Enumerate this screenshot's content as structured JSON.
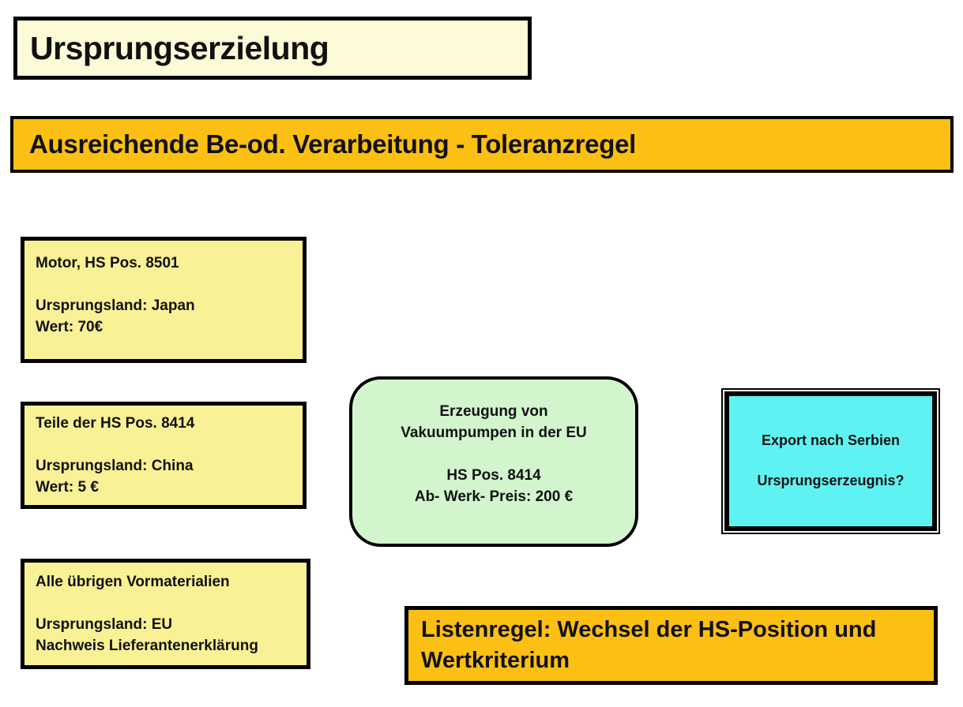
{
  "header": {
    "title": "Ursprungserzielung",
    "topic": "Ausreichende Be-od. Verarbeitung - Toleranzregel"
  },
  "materials": [
    {
      "name": "motor",
      "lines": [
        "Motor, HS Pos. 8501",
        "",
        "Ursprungsland: Japan",
        "Wert: 70€"
      ]
    },
    {
      "name": "teile",
      "lines": [
        "Teile der HS Pos. 8414",
        "",
        "Ursprungsland: China",
        "Wert: 5 €"
      ]
    },
    {
      "name": "uebrige-vormaterialien",
      "lines": [
        "Alle übrigen Vormaterialien",
        "",
        "Ursprungsland: EU",
        "Nachweis Lieferantenerklärung"
      ]
    }
  ],
  "process": {
    "lines": [
      "Erzeugung von",
      "Vakuumpumpen in der EU",
      "",
      "HS Pos. 8414",
      "Ab- Werk- Preis: 200 €"
    ]
  },
  "export_box": {
    "lines": [
      "Export nach Serbien",
      "",
      "Ursprungserzeugnis?"
    ]
  },
  "rule": {
    "lines": [
      "Listenregel: Wechsel der HS-Position und",
      "Wertkriterium"
    ]
  },
  "colors": {
    "title_fill": "#FCFAD7",
    "banner_fill": "#FCBF13",
    "material_fill": "#F9F195",
    "process_fill": "#D2F5CE",
    "export_fill": "#5FF2F2",
    "border": "#000000",
    "text": "#111111",
    "background": "#FFFFFF"
  }
}
